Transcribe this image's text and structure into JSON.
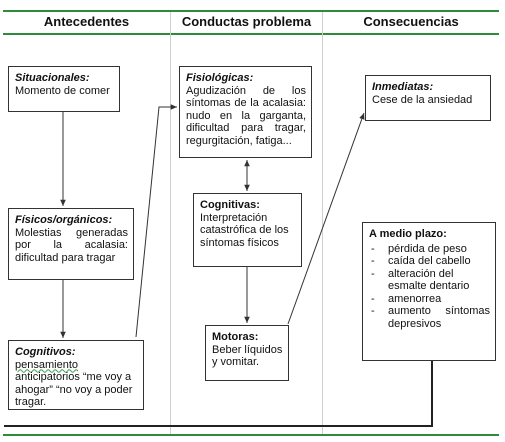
{
  "columns": {
    "antecedentes": "Antecedentes",
    "conductas": "Conductas problema",
    "consecuencias": "Consecuencias"
  },
  "boxes": {
    "situacionales": {
      "title": "Situacionales:",
      "body": "Momento de comer"
    },
    "fisicos": {
      "title": "Físicos/orgánicos:",
      "body": "Molestias generadas por la acalasia: dificultad para tragar"
    },
    "cognitivos_ant": {
      "title": "Cognitivos:",
      "body_underlined": "pensamiento",
      "body": " anticipatorios “me voy a ahogar” “no voy a poder tragar."
    },
    "fisiologicas": {
      "title": "Fisiológicas:",
      "body": "Agudización de los síntomas de la acalasia: nudo en la garganta, dificultad para tragar, regurgitación, fatiga..."
    },
    "cognitivas": {
      "title": "Cognitivas:",
      "body": "Interpretación catastrófica de los síntomas físicos"
    },
    "motoras": {
      "title": "Motoras:",
      "body": "Beber líquidos y vomitar."
    },
    "inmediatas": {
      "title": "Inmediatas:",
      "body": "Cese de la ansiedad"
    },
    "medio_plazo": {
      "title": "A medio plazo:",
      "items": [
        "pérdida de peso",
        "caída del cabello",
        "alteración del esmalte dentario",
        "amenorrea",
        "aumento síntomas depresivos"
      ]
    }
  }
}
